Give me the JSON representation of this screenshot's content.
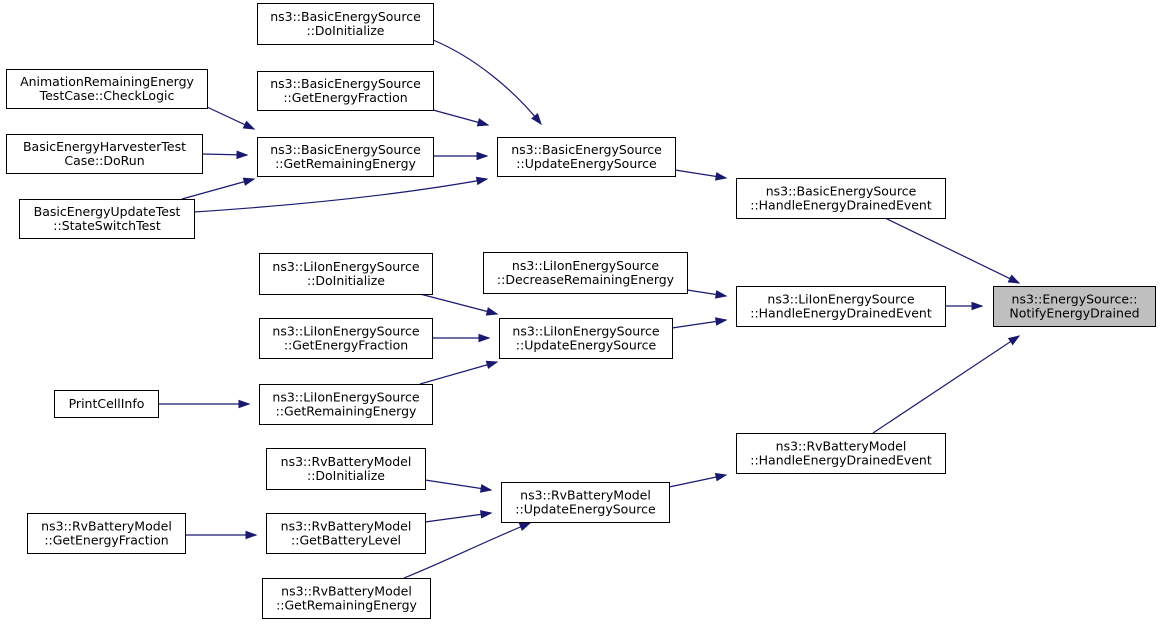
{
  "graph": {
    "root": "n21",
    "nodes": {
      "n1": {
        "lines": [
          "ns3::BasicEnergySource",
          "::DoInitialize"
        ]
      },
      "n2": {
        "lines": [
          "AnimationRemainingEnergy",
          "TestCase::CheckLogic"
        ]
      },
      "n3": {
        "lines": [
          "ns3::BasicEnergySource",
          "::GetEnergyFraction"
        ]
      },
      "n4": {
        "lines": [
          "BasicEnergyHarvesterTest",
          "Case::DoRun"
        ]
      },
      "n5": {
        "lines": [
          "ns3::BasicEnergySource",
          "::GetRemainingEnergy"
        ]
      },
      "n6": {
        "lines": [
          "ns3::BasicEnergySource",
          "::UpdateEnergySource"
        ]
      },
      "n7": {
        "lines": [
          "BasicEnergyUpdateTest",
          "::StateSwitchTest"
        ]
      },
      "n8": {
        "lines": [
          "ns3::BasicEnergySource",
          "::HandleEnergyDrainedEvent"
        ]
      },
      "n9": {
        "lines": [
          "ns3::LiIonEnergySource",
          "::DoInitialize"
        ]
      },
      "n10": {
        "lines": [
          "ns3::LiIonEnergySource",
          "::DecreaseRemainingEnergy"
        ]
      },
      "n11": {
        "lines": [
          "ns3::LiIonEnergySource",
          "::HandleEnergyDrainedEvent"
        ]
      },
      "n12": {
        "lines": [
          "ns3::LiIonEnergySource",
          "::GetEnergyFraction"
        ]
      },
      "n13": {
        "lines": [
          "ns3::LiIonEnergySource",
          "::UpdateEnergySource"
        ]
      },
      "n14": {
        "lines": [
          "PrintCellInfo"
        ]
      },
      "n15": {
        "lines": [
          "ns3::LiIonEnergySource",
          "::GetRemainingEnergy"
        ]
      },
      "n16": {
        "lines": [
          "ns3::RvBatteryModel",
          "::HandleEnergyDrainedEvent"
        ]
      },
      "n17": {
        "lines": [
          "ns3::RvBatteryModel",
          "::DoInitialize"
        ]
      },
      "n18": {
        "lines": [
          "ns3::RvBatteryModel",
          "::UpdateEnergySource"
        ]
      },
      "n19": {
        "lines": [
          "ns3::RvBatteryModel",
          "::GetEnergyFraction"
        ]
      },
      "n20": {
        "lines": [
          "ns3::RvBatteryModel",
          "::GetBatteryLevel"
        ]
      },
      "n21": {
        "lines": [
          "ns3::EnergySource::",
          "NotifyEnergyDrained"
        ]
      },
      "n22": {
        "lines": [
          "ns3::RvBatteryModel",
          "::GetRemainingEnergy"
        ]
      }
    },
    "edges": [
      [
        "n8",
        "n21"
      ],
      [
        "n11",
        "n21"
      ],
      [
        "n16",
        "n21"
      ],
      [
        "n6",
        "n8"
      ],
      [
        "n1",
        "n6"
      ],
      [
        "n3",
        "n6"
      ],
      [
        "n5",
        "n6"
      ],
      [
        "n7",
        "n6"
      ],
      [
        "n2",
        "n5"
      ],
      [
        "n4",
        "n5"
      ],
      [
        "n7",
        "n5"
      ],
      [
        "n10",
        "n11"
      ],
      [
        "n13",
        "n11"
      ],
      [
        "n9",
        "n13"
      ],
      [
        "n12",
        "n13"
      ],
      [
        "n15",
        "n13"
      ],
      [
        "n14",
        "n15"
      ],
      [
        "n18",
        "n16"
      ],
      [
        "n17",
        "n18"
      ],
      [
        "n20",
        "n18"
      ],
      [
        "n22",
        "n18"
      ],
      [
        "n19",
        "n20"
      ]
    ],
    "colors": {
      "edge": "#191970",
      "root_fill": "#bfbfbf",
      "node_fill": "#ffffff",
      "border": "#000000"
    }
  }
}
